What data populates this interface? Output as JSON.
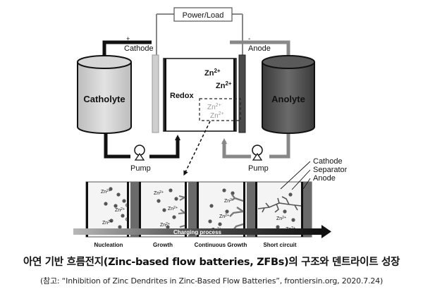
{
  "diagram": {
    "power_load_label": "Power/Load",
    "cathode_label": "Cathode",
    "cathode_sign": "+",
    "anode_label": "Anode",
    "anode_sign": "-",
    "catholyte_label": "Catholyte",
    "anolyte_label": "Anolyte",
    "redox_label": "Redox",
    "zn_ion_label": "Zn",
    "zn_charge": "2+",
    "pump_label": "Pump",
    "legend_cathode": "Cathode",
    "legend_separator": "Separator",
    "legend_anode": "Anode",
    "charging_process_label": "Charging process",
    "stages": [
      "Nucleation",
      "Growth",
      "Continuous Growth",
      "Short circuit"
    ]
  },
  "caption": {
    "title": "아연 기반 흐름전지(Zinc-based flow batteries, ZFBs)의 구조와 덴트라이트 성장",
    "source": "(참고: “Inhibition of Zinc Dendrites in Zinc-Based Flow Batteries”, frontiersin.org, 2020.7.24)"
  }
}
